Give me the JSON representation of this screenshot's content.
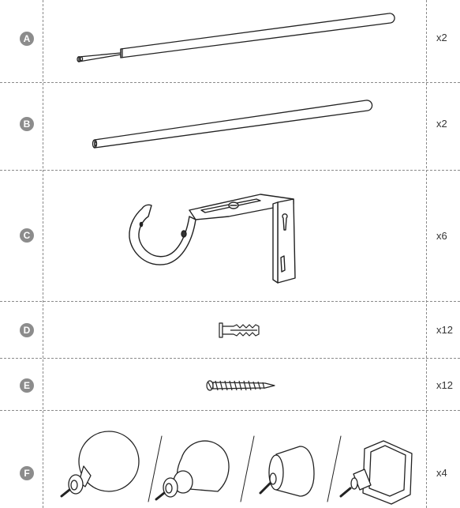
{
  "parts": [
    {
      "letter": "A",
      "qty": "x2"
    },
    {
      "letter": "B",
      "qty": "x2"
    },
    {
      "letter": "C",
      "qty": "x6"
    },
    {
      "letter": "D",
      "qty": "x12"
    },
    {
      "letter": "E",
      "qty": "x12"
    },
    {
      "letter": "F",
      "qty": "x4"
    }
  ]
}
